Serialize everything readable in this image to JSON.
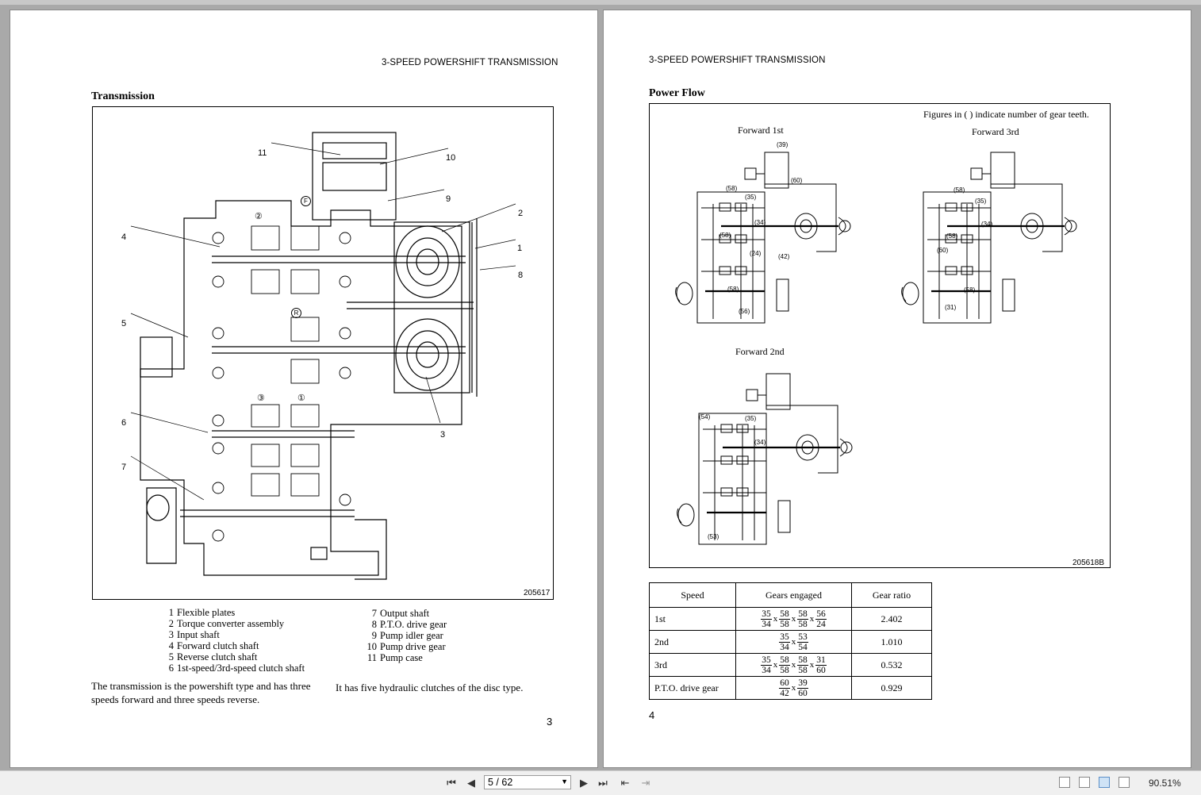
{
  "left_page": {
    "running_head": "3-SPEED POWERSHIFT TRANSMISSION",
    "section_title": "Transmission",
    "figure_code": "205617",
    "callouts": [
      "1",
      "2",
      "3",
      "4",
      "5",
      "6",
      "7",
      "8",
      "9",
      "10",
      "11"
    ],
    "circled_marks": [
      "②",
      "F",
      "R",
      "③",
      "①"
    ],
    "legend": [
      {
        "n": "1",
        "text": "Flexible plates"
      },
      {
        "n": "2",
        "text": "Torque converter assembly"
      },
      {
        "n": "3",
        "text": "Input shaft"
      },
      {
        "n": "4",
        "text": "Forward clutch shaft"
      },
      {
        "n": "5",
        "text": "Reverse clutch shaft"
      },
      {
        "n": "6",
        "text": "1st-speed/3rd-speed clutch shaft"
      },
      {
        "n": "7",
        "text": "Output shaft"
      },
      {
        "n": "8",
        "text": "P.T.O. drive gear"
      },
      {
        "n": "9",
        "text": "Pump idler gear"
      },
      {
        "n": "10",
        "text": "Pump drive gear"
      },
      {
        "n": "11",
        "text": "Pump case"
      }
    ],
    "body_left": "The transmission is the powershift type and has three speeds forward and three speeds reverse.",
    "body_right": "It has five hydraulic clutches of the disc type.",
    "page_number": "3"
  },
  "right_page": {
    "running_head": "3-SPEED POWERSHIFT TRANSMISSION",
    "section_title": "Power Flow",
    "note": "Figures in (  ) indicate number of gear teeth.",
    "figure_code": "205618B",
    "diagrams": [
      {
        "title": "Forward 1st",
        "teeth": [
          "(39)",
          "(60)",
          "(58)",
          "(35)",
          "(34)",
          "(58)",
          "(24)",
          "(42)",
          "(58)",
          "(56)"
        ]
      },
      {
        "title": "Forward 3rd",
        "teeth": [
          "(58)",
          "(35)",
          "(34)",
          "(58)",
          "(60)",
          "(58)",
          "(31)"
        ]
      },
      {
        "title": "Forward 2nd",
        "teeth": [
          "(54)",
          "(35)",
          "(34)",
          "(53)"
        ]
      }
    ],
    "table": {
      "headers": [
        "Speed",
        "Gears engaged",
        "Gear ratio"
      ],
      "rows": [
        {
          "speed": "1st",
          "gears": [
            [
              "35",
              "34"
            ],
            [
              "58",
              "58"
            ],
            [
              "58",
              "58"
            ],
            [
              "56",
              "24"
            ]
          ],
          "ratio": "2.402"
        },
        {
          "speed": "2nd",
          "gears": [
            [
              "35",
              "34"
            ],
            [
              "53",
              "54"
            ]
          ],
          "ratio": "1.010"
        },
        {
          "speed": "3rd",
          "gears": [
            [
              "35",
              "34"
            ],
            [
              "58",
              "58"
            ],
            [
              "58",
              "58"
            ],
            [
              "31",
              "60"
            ]
          ],
          "ratio": "0.532"
        },
        {
          "speed": "P.T.O. drive gear",
          "gears": [
            [
              "60",
              "42"
            ],
            [
              "39",
              "60"
            ]
          ],
          "ratio": "0.929"
        }
      ],
      "times": "x"
    },
    "page_number": "4"
  },
  "toolbar": {
    "page_indicator": "5 / 62",
    "zoom": "90.51%",
    "icons": [
      "first-page-icon",
      "prev-page-icon",
      "next-page-icon",
      "last-page-icon",
      "go-back-icon",
      "go-forward-icon",
      "single-page-view-icon",
      "continuous-view-icon",
      "two-page-view-icon",
      "two-page-continuous-view-icon"
    ]
  }
}
